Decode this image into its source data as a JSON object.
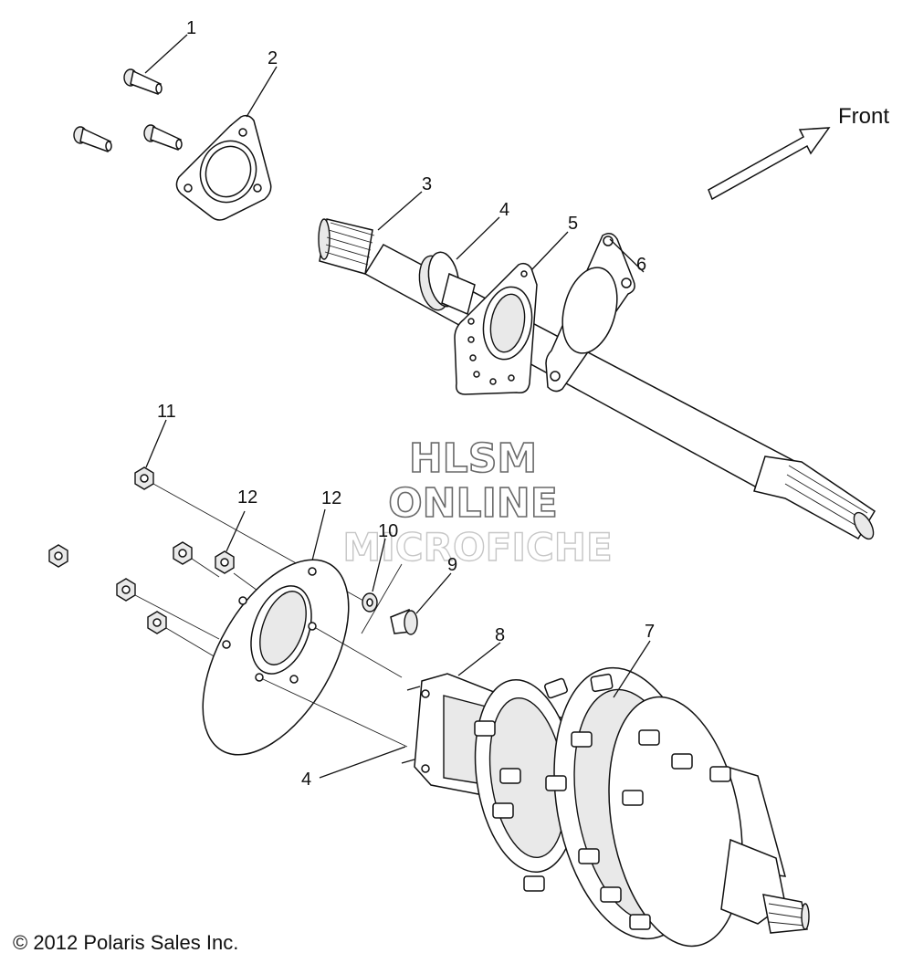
{
  "diagram": {
    "callouts": [
      "1",
      "2",
      "3",
      "4",
      "5",
      "6",
      "7",
      "8",
      "9",
      "10",
      "11",
      "12",
      "12",
      "4"
    ],
    "direction_label": "Front",
    "watermark": {
      "line1": "HLSM",
      "line2": "ONLINE",
      "line3": "MICROFICHE"
    },
    "copyright": "© 2012 Polaris Sales Inc."
  }
}
